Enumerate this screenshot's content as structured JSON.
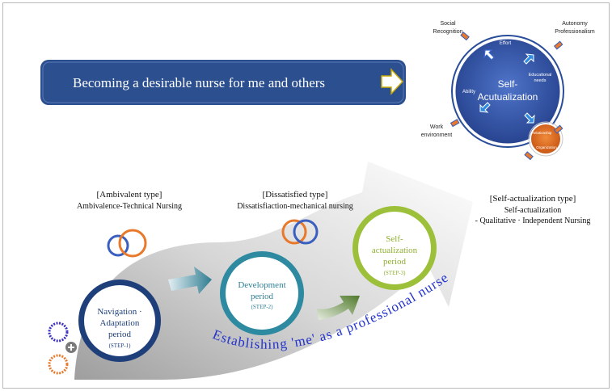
{
  "banner": {
    "text": "Becoming a desirable nurse for me and others"
  },
  "top_circle": {
    "center_line1": "Self-",
    "center_line2": "Acutualization",
    "inner_effort": "Effort",
    "inner_educational_line1": "Educational",
    "inner_educational_line2": "needs",
    "inner_ability": "Ability",
    "small_circle_line1": "Relationship",
    "small_circle_line2": "Organization",
    "outer_social_line1": "Social",
    "outer_social_line2": "Recognition",
    "outer_autonomy_line1": "Autonomy",
    "outer_autonomy_line2": "Professionalism",
    "outer_work_line1": "Work",
    "outer_work_line2": "environment"
  },
  "types": {
    "ambivalent": {
      "title": "[Ambivalent type]",
      "subtitle": "Ambivalence-Technical Nursing"
    },
    "dissatisfied": {
      "title": "[Dissatisfied type]",
      "subtitle": "Dissatisfiaction-mechanical nursing"
    },
    "self": {
      "title": "[Self-actualization type]",
      "subtitle1": "Self-actualization",
      "subtitle2": "- Qualitative · Independent Nursing"
    }
  },
  "steps": {
    "step1": {
      "line1": "Navigation ·",
      "line2": "Adaptation",
      "line3": "period",
      "step": "(STEP-1)"
    },
    "step2": {
      "line1": "Development",
      "line2": "period",
      "step": "(STEP-2)"
    },
    "step3": {
      "line1": "Self-",
      "line2": "actualization",
      "line3": "period",
      "step": "(STEP-3)"
    }
  },
  "curve_text": "Establishing 'me' as a professional nurse",
  "colors": {
    "banner": "#2c4f8f",
    "navy": "#1f3f7a",
    "teal": "#2e8aa0",
    "green": "#9cc03a",
    "orange": "#e8782a",
    "blue_ring": "#3a5fbf",
    "curve_text": "#2233cc"
  }
}
